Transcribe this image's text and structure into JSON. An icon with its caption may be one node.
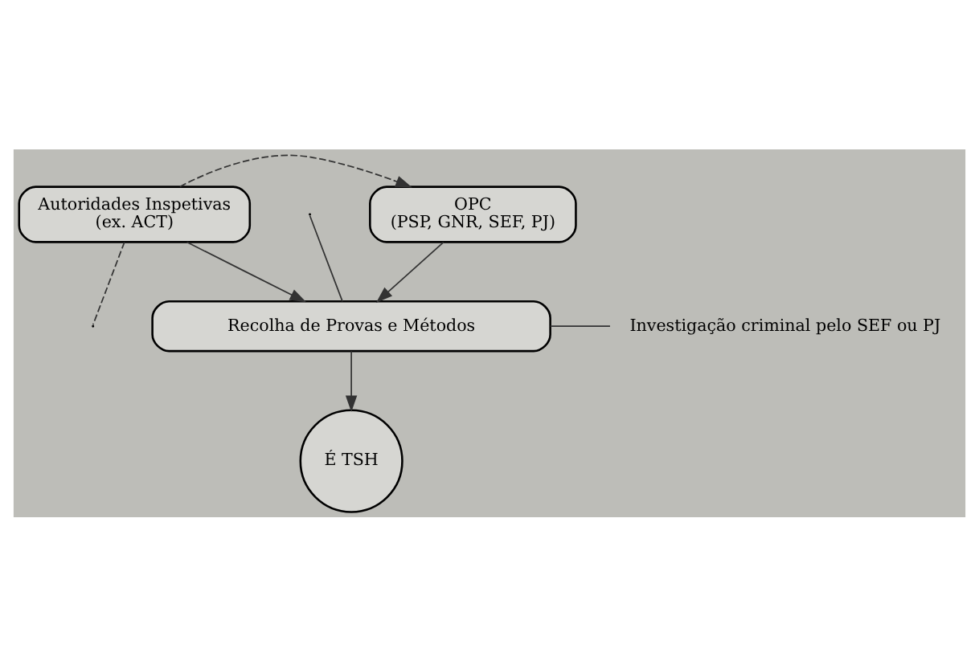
{
  "diagram": {
    "nodes": [
      {
        "text": [
          "Autoridades Inspetivas",
          "(ex. ACT)"
        ]
      },
      {
        "text": [
          "OPC",
          "(PSP, GNR, SEF, PJ)"
        ]
      },
      {
        "text": [
          "Recolha de Provas e Métodos"
        ]
      },
      {
        "text": [
          "Investigação criminal pelo SEF ou PJ"
        ]
      },
      {
        "text": [
          "É TSH"
        ]
      }
    ],
    "edges": [
      {
        "from": 0,
        "to": 2,
        "arrow": "to"
      },
      {
        "from": 1,
        "to": 2,
        "arrow": "to"
      },
      {
        "from": 0,
        "to": 1,
        "arrow": "to",
        "style": "dashed"
      },
      {
        "from": 0,
        "to": null,
        "arrow": "none",
        "style": "dashed"
      },
      {
        "from": null,
        "to": 2,
        "arrow": "none"
      },
      {
        "from": 2,
        "to": 3,
        "arrow": "none"
      },
      {
        "from": 2,
        "to": 4,
        "arrow": "to"
      }
    ]
  }
}
